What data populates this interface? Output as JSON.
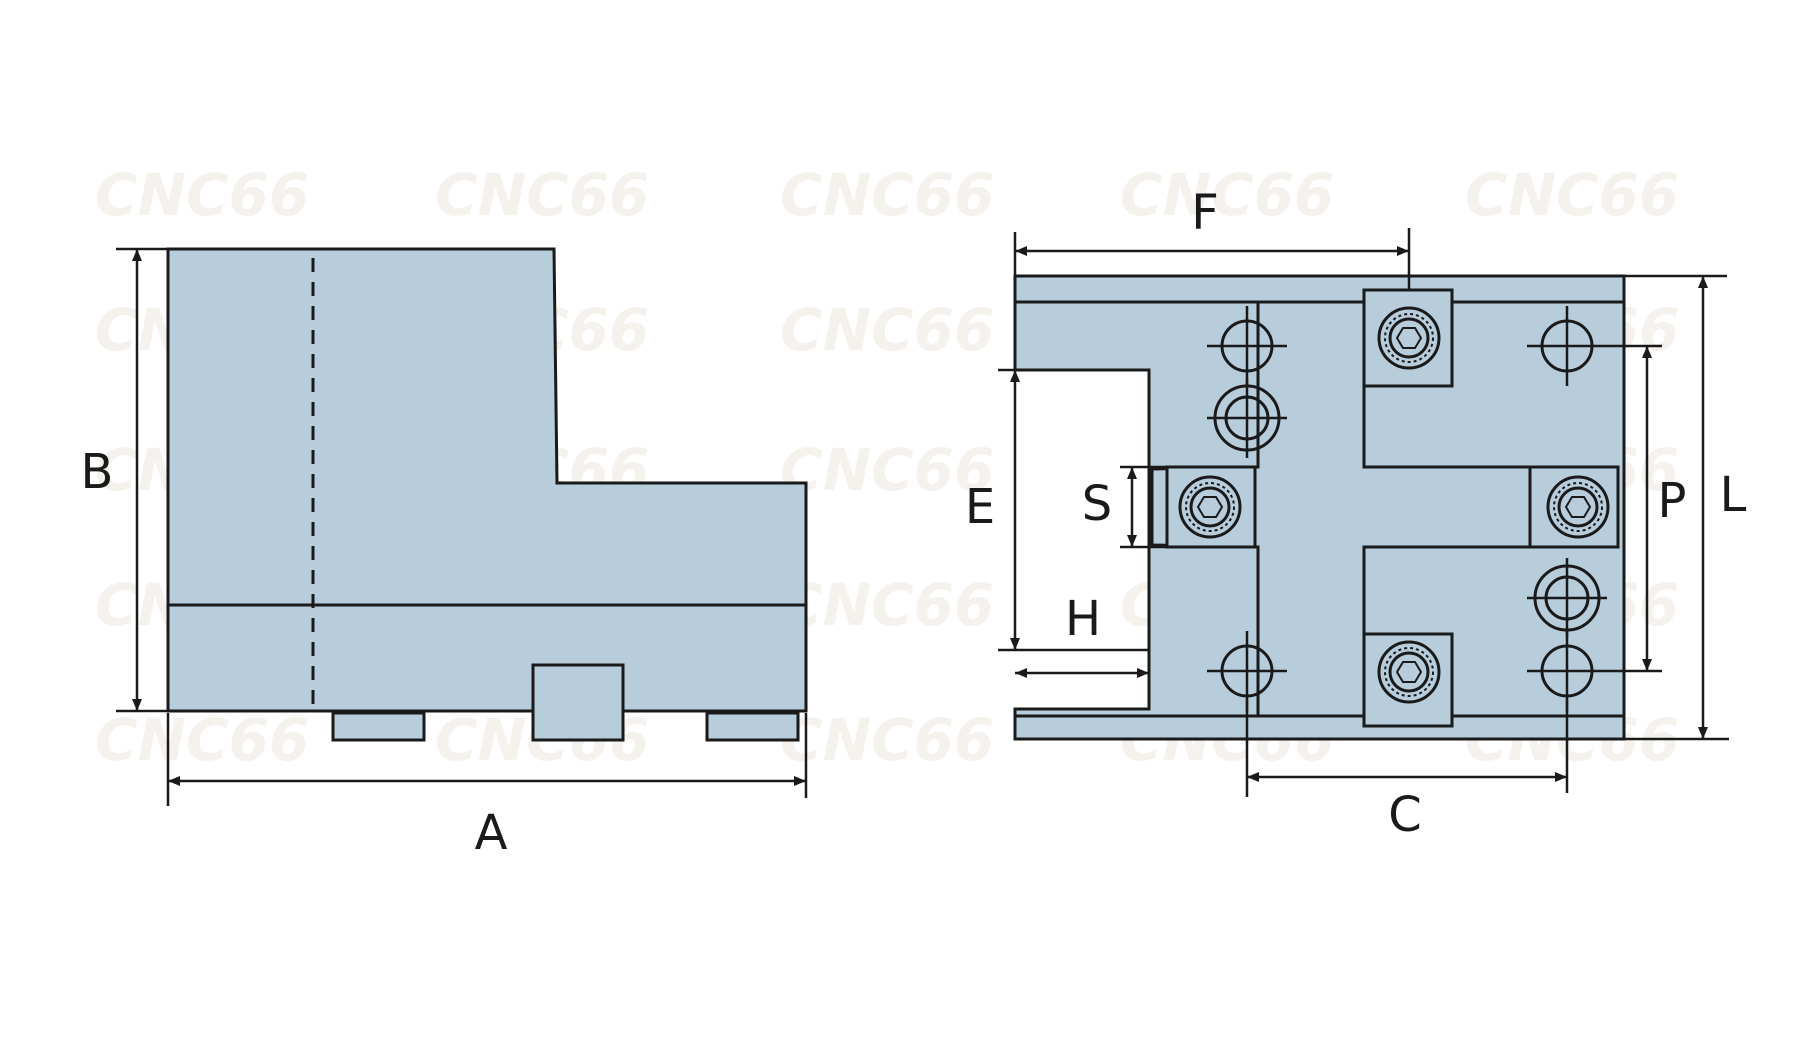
{
  "watermark": "CNC66",
  "colors": {
    "part_fill": "#b8cddb",
    "line": "#1a1a1a",
    "watermark": "#f3efe9"
  },
  "labels": {
    "A": "A",
    "B": "B",
    "C": "C",
    "E": "E",
    "F": "F",
    "H": "H",
    "S": "S",
    "P": "P",
    "L": "L"
  }
}
